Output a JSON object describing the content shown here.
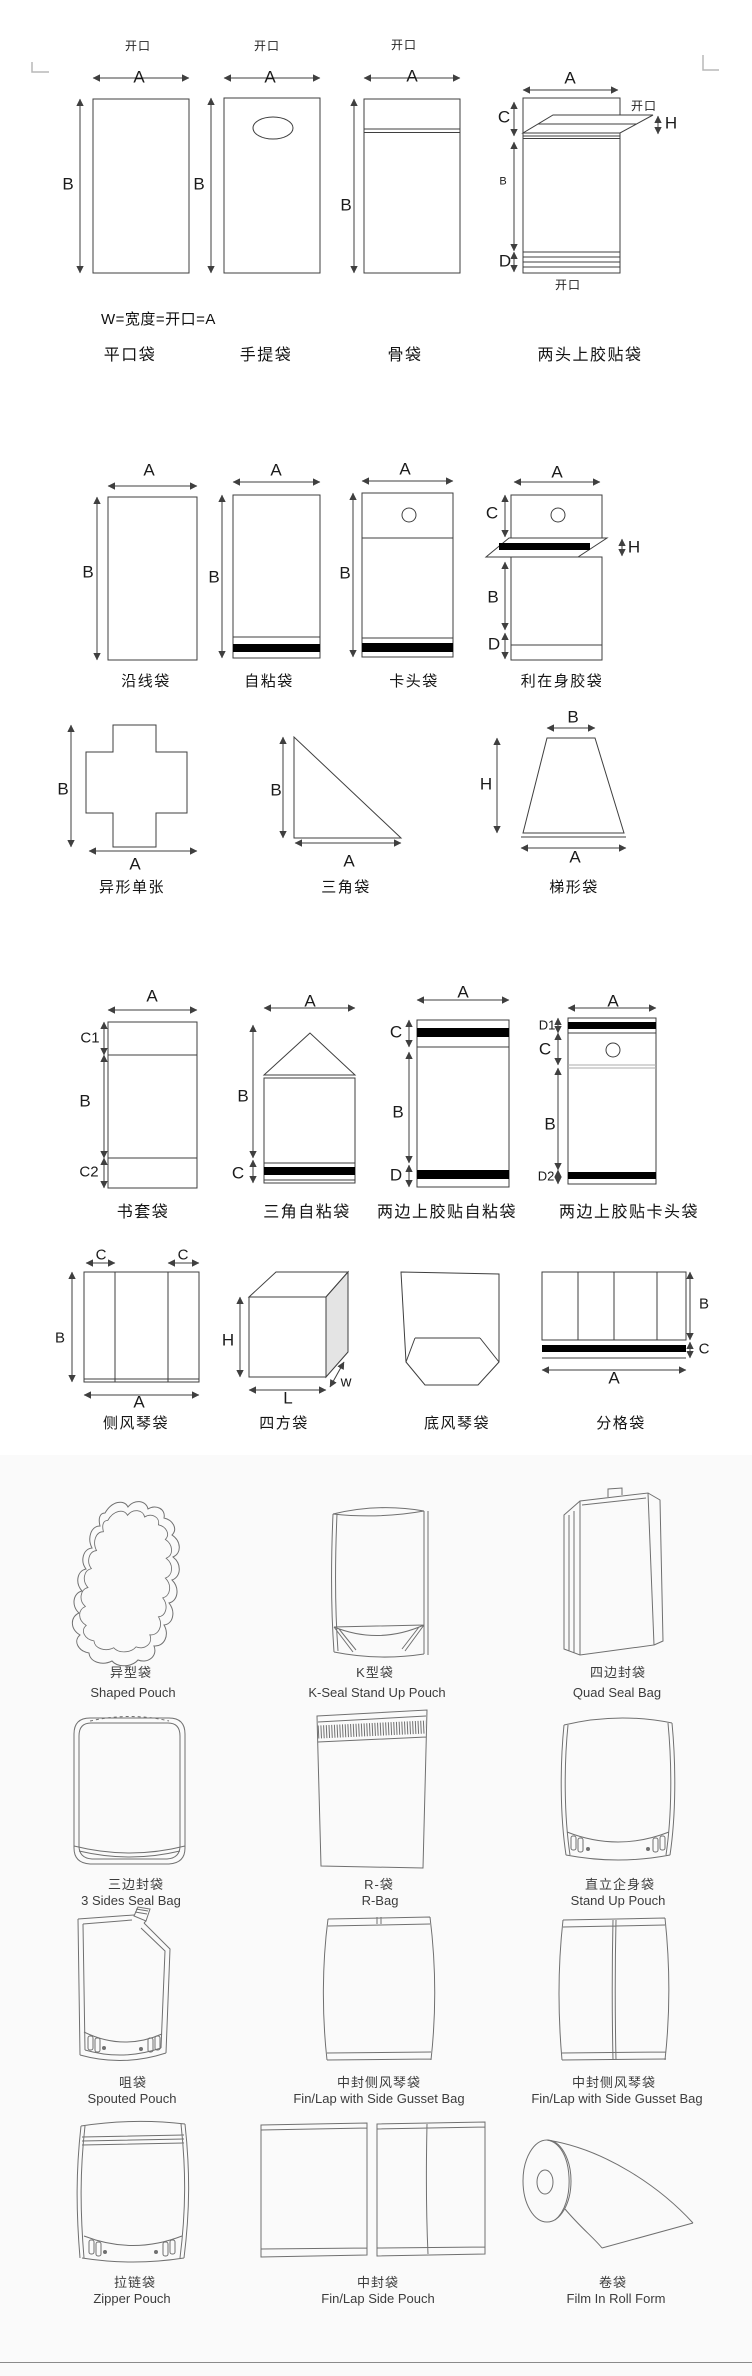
{
  "dims": {
    "A": "A",
    "B": "B",
    "C": "C",
    "D": "D",
    "H": "H",
    "L": "L",
    "W": "w",
    "C1": "C1",
    "C2": "C2",
    "D1": "D1",
    "D2": "D2",
    "open": "开口"
  },
  "notes": {
    "width_formula": "W=宽度=开口=A"
  },
  "rows": {
    "row1": {
      "items": [
        "平口袋",
        "手提袋",
        "骨袋",
        "两头上胶贴袋"
      ]
    },
    "row2": {
      "items": [
        "沿线袋",
        "自粘袋",
        "卡头袋",
        "利在身胶袋"
      ]
    },
    "row3": {
      "items": [
        "异形单张",
        "三角袋",
        "梯形袋"
      ]
    },
    "row4": {
      "items": [
        "书套袋",
        "三角自粘袋",
        "两边上胶贴自粘袋",
        "两边上胶贴卡头袋"
      ]
    },
    "row5": {
      "items": [
        "侧风琴袋",
        "四方袋",
        "底风琴袋",
        "分格袋"
      ]
    }
  },
  "catalog": {
    "items": [
      {
        "cn": "异型袋",
        "en": "Shaped Pouch"
      },
      {
        "cn": "K型袋",
        "en": "K-Seal Stand Up Pouch"
      },
      {
        "cn": "四边封袋",
        "en": "Quad Seal Bag"
      },
      {
        "cn": "三边封袋",
        "en": "3 Sides Seal Bag"
      },
      {
        "cn": "R-袋",
        "en": "R-Bag"
      },
      {
        "cn": "直立企身袋",
        "en": "Stand Up Pouch"
      },
      {
        "cn": "咀袋",
        "en": "Spouted Pouch"
      },
      {
        "cn": "中封侧风琴袋",
        "en": "Fin/Lap with Side Gusset Bag"
      },
      {
        "cn": "中封侧风琴袋",
        "en": "Fin/Lap with Side Gusset Bag"
      },
      {
        "cn": "拉链袋",
        "en": "Zipper Pouch"
      },
      {
        "cn": "中封袋",
        "en": "Fin/Lap  Side Pouch"
      },
      {
        "cn": "卷袋",
        "en": "Film In Roll Form"
      }
    ]
  },
  "colors": {
    "diagram_line": "#3f3f3f",
    "catalog_line": "#707070",
    "seal_strip": "#000000",
    "page_bg": "#ffffff",
    "catalog_bg": "#fafafa",
    "crop_mark": "#b8b8b8"
  }
}
